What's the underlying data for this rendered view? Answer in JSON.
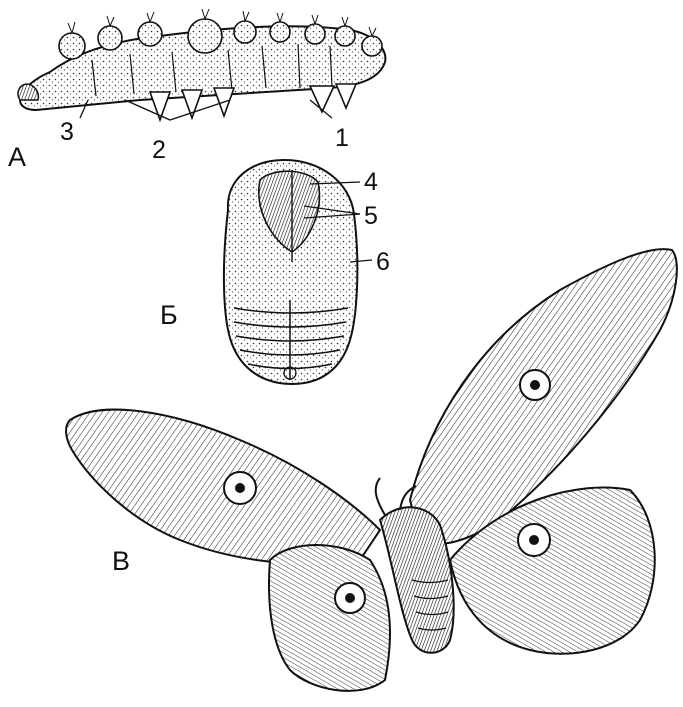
{
  "panels": [
    {
      "id": "caterpillar",
      "letter": "А"
    },
    {
      "id": "pupa",
      "letter": "Б"
    },
    {
      "id": "moth",
      "letter": "В"
    }
  ],
  "callouts": [
    {
      "id": "1",
      "text": "1"
    },
    {
      "id": "2",
      "text": "2"
    },
    {
      "id": "3",
      "text": "3"
    },
    {
      "id": "4",
      "text": "4"
    },
    {
      "id": "5",
      "text": "5"
    },
    {
      "id": "6",
      "text": "6"
    }
  ],
  "colors": {
    "ink": "#111111",
    "paper": "#ffffff",
    "shade": "#cfcfcf"
  }
}
